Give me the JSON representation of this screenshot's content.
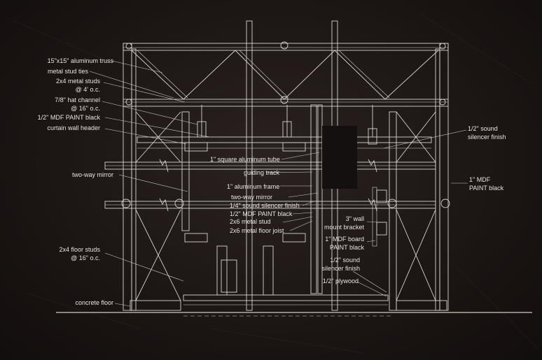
{
  "labels": {
    "aluminum_truss": "15\"x15\" aluminum truss",
    "stud_ties": "metal stud ties",
    "metal_studs_1": "2x4 metal studs",
    "metal_studs_2": "@ 4' o.c.",
    "hat_channel_1": "7/8\" hat channel",
    "hat_channel_2": "@ 16\" o.c.",
    "mdf_half": "1/2\" MDF PAINT black",
    "curtain_header": "curtain wall header",
    "two_way_mirror_left": "two-way mirror",
    "floor_studs_1": "2x4 floor studs",
    "floor_studs_2": "@ 16\" o.c.",
    "concrete_floor": "concrete floor",
    "square_tube": "1\" square aluminum tube",
    "guiding_track": "guiding track",
    "aluminum_frame": "1\" aluminum frame",
    "two_way_mirror_center": "two-way mirror",
    "quarter_silencer": "1/4\" sound silencer finish",
    "mdf_half_center": "1/2\" MDF PAINT black",
    "stud_2x6": "2x6 metal stud",
    "joist_2x6": "2x6 metal floor joist",
    "wall_bracket_1": "3\" wall",
    "wall_bracket_2": "mount bracket",
    "mdf_board_1": "1\" MDF board",
    "mdf_board_2": "PAINT black",
    "sound_silencer_1": "1/2\" sound",
    "sound_silencer_2": "silencer finish",
    "plywood": "1/2\" plywood",
    "right_silencer_1": "1/2\" sound",
    "right_silencer_2": "silencer finish",
    "right_mdf_1": "1\" MDF",
    "right_mdf_2": "PAINT black"
  },
  "colors": {
    "background": "#1c1614",
    "linework": "#d8d4cf",
    "text": "#e8e4df"
  }
}
